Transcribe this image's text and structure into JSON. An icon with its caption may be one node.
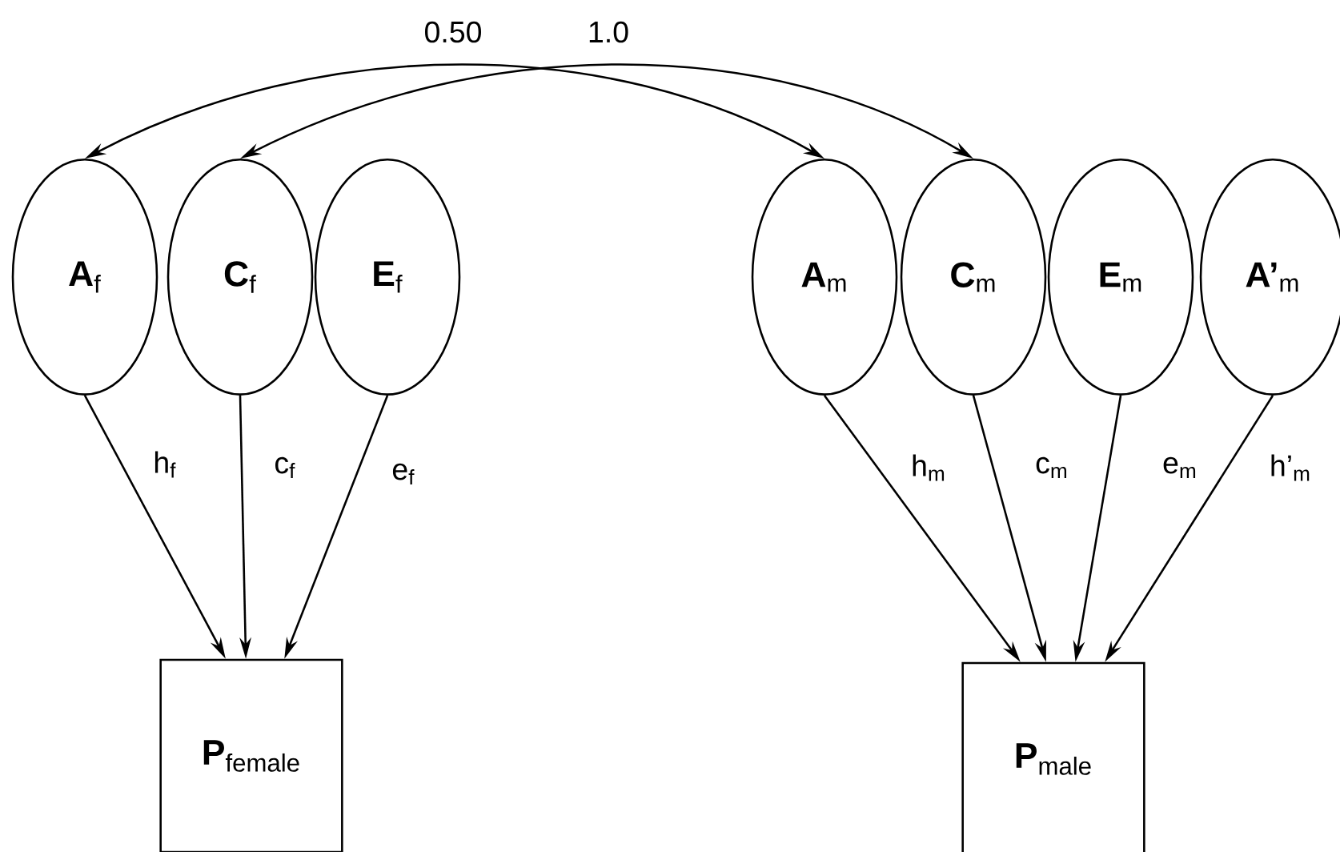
{
  "diagram": {
    "nodes": [
      {
        "text": [
          "**A**$_{f}$"
        ]
      },
      {
        "text": [
          "**C**$_{f}$"
        ]
      },
      {
        "text": [
          "**E**$_{f}$"
        ]
      },
      {
        "text": [
          "**A**$_{m}$"
        ]
      },
      {
        "text": [
          "**C**$_{m}$"
        ]
      },
      {
        "text": [
          "**E**$_{m}$"
        ]
      },
      {
        "text": [
          "**A’**$_{m}$"
        ]
      },
      {
        "text": [
          "**P**$_{female}$"
        ]
      },
      {
        "text": [
          "**P**$_{male}$"
        ]
      }
    ],
    "edges": [
      {
        "from": 0,
        "to": 3,
        "arrow": "both",
        "label": "0.50"
      },
      {
        "from": 1,
        "to": 4,
        "arrow": "both",
        "label": "1.0"
      },
      {
        "from": 0,
        "to": 7,
        "arrow": "to",
        "label": "h$_{f}$"
      },
      {
        "from": 1,
        "to": 7,
        "arrow": "to",
        "label": "c$_{f}$"
      },
      {
        "from": 2,
        "to": 7,
        "arrow": "to",
        "label": "e$_{f}$"
      },
      {
        "from": 3,
        "to": 8,
        "arrow": "to",
        "label": "h$_{m}$"
      },
      {
        "from": 4,
        "to": 8,
        "arrow": "to",
        "label": "c$_{m}$"
      },
      {
        "from": 5,
        "to": 8,
        "arrow": "to",
        "label": "e$_{m}$"
      },
      {
        "from": 6,
        "to": 8,
        "arrow": "to",
        "label": "h’$_{m}$"
      }
    ]
  }
}
